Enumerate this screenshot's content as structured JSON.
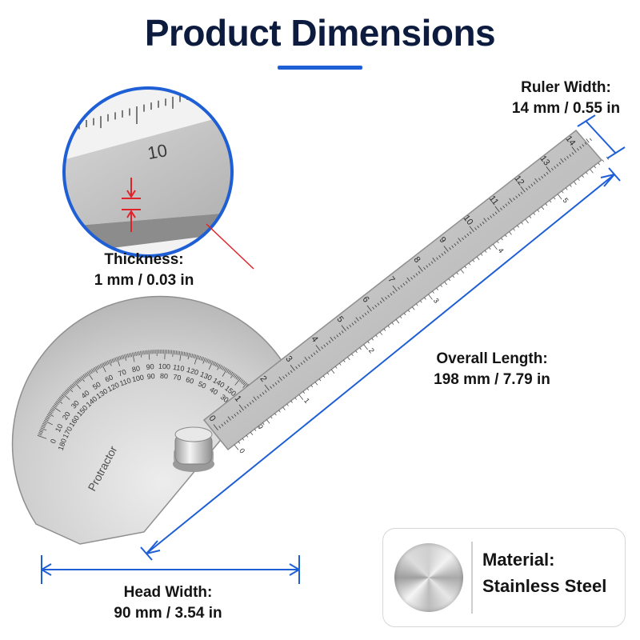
{
  "header": {
    "title": "Product Dimensions"
  },
  "callouts": {
    "ruler_width": {
      "label": "Ruler Width:",
      "value": "14 mm / 0.55 in"
    },
    "thickness": {
      "label": "Thickness:",
      "value": "1 mm / 0.03 in"
    },
    "overall_length": {
      "label": "Overall Length:",
      "value": "198 mm / 7.79 in"
    },
    "head_width": {
      "label": "Head Width:",
      "value": "90 mm / 3.54 in"
    }
  },
  "material": {
    "label": "Material:",
    "value": "Stainless Steel"
  },
  "product": {
    "engraving": "Protractor",
    "ruler_marks_cm": [
      "0",
      "1",
      "2",
      "3",
      "4",
      "5",
      "6",
      "7",
      "8",
      "9",
      "10",
      "11",
      "12",
      "13",
      "14"
    ],
    "ruler_marks_in": [
      "0",
      "1",
      "2",
      "3",
      "4",
      "5"
    ],
    "protractor_marks": [
      "0",
      "10",
      "20",
      "30",
      "40",
      "50",
      "60",
      "70",
      "80",
      "90",
      "100",
      "110",
      "120",
      "130",
      "140",
      "150",
      "160",
      "170",
      "180"
    ],
    "zoom_ruler_mark": "10"
  },
  "colors": {
    "title": "#0d1b3f",
    "accent": "#1f5fd6",
    "thickness_marker": "#e0232a",
    "steel": "#c9c9c9"
  }
}
